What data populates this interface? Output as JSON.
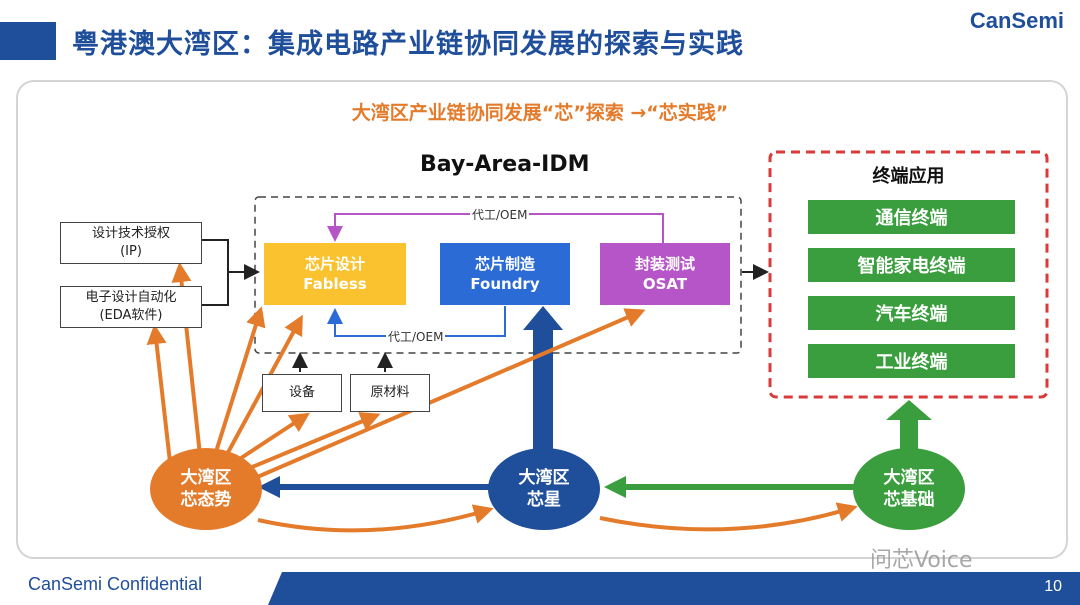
{
  "header": {
    "title": "粤港澳大湾区：集成电路产业链协同发展的探索与实践",
    "logo": "CanSemi"
  },
  "subtitle": "大湾区产业链协同发展“芯”探索 →“芯实践”",
  "idm": {
    "title": "Bay-Area-IDM",
    "fabless": {
      "line1": "芯片设计",
      "line2": "Fabless"
    },
    "foundry": {
      "line1": "芯片制造",
      "line2": "Foundry"
    },
    "osat": {
      "line1": "封装测试",
      "line2": "OSAT"
    },
    "oem_top": "代工/OEM",
    "oem_bottom": "代工/OEM"
  },
  "inputs": {
    "ip": {
      "line1": "设计技术授权",
      "line2": "(IP)"
    },
    "eda": {
      "line1": "电子设计自动化",
      "line2": "(EDA软件)"
    },
    "equipment": "设备",
    "materials": "原材料"
  },
  "terminals": {
    "title": "终端应用",
    "items": [
      "通信终端",
      "智能家电终端",
      "汽车终端",
      "工业终端"
    ]
  },
  "circles": {
    "left": {
      "line1": "大湾区",
      "line2": "芯态势"
    },
    "middle": {
      "line1": "大湾区",
      "line2": "芯星"
    },
    "right": {
      "line1": "大湾区",
      "line2": "芯基础"
    }
  },
  "footer": {
    "confidential": "CanSemi Confidential",
    "page": "10",
    "watermark": "问芯Voice"
  },
  "colors": {
    "brand_blue": "#1f4e9a",
    "orange": "#e47b2b",
    "green": "#3a9e3e",
    "red": "#d93a3a",
    "yellow": "#f9c22e",
    "purple": "#b655c8",
    "blue": "#2b6bd6"
  }
}
